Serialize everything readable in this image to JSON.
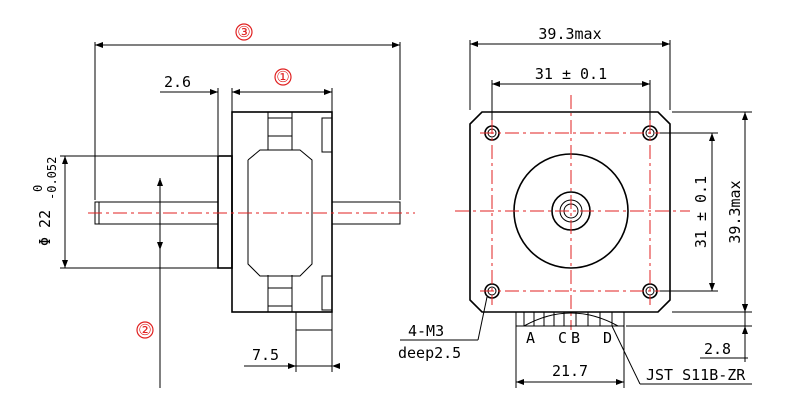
{
  "callouts": {
    "c1": "①",
    "c2": "②",
    "c3": "③"
  },
  "side_view": {
    "shaft_offset_label": "2.6",
    "diameter_main": "Φ 22",
    "diameter_upper_tol": "0",
    "diameter_lower_tol": "-0.052",
    "boss_label": "7.5"
  },
  "front_view": {
    "width_max_label": "39.3max",
    "hole_spacing_h_label": "31 ± 0.1",
    "hole_spacing_v_label": "31 ± 0.1",
    "height_max_label": "39.3max",
    "hole_label_line1": "4-M3",
    "hole_label_line2": "deep2.5",
    "pin_a": "A",
    "pin_c": "C",
    "pin_b": "B",
    "pin_d": "D",
    "connector_offset_label": "2.8",
    "connector_width_label": "21.7",
    "connector_label": "JST S11B-ZR"
  },
  "colors": {
    "line": "#000000",
    "center_line": "#e02020",
    "callout": "#e02020"
  }
}
